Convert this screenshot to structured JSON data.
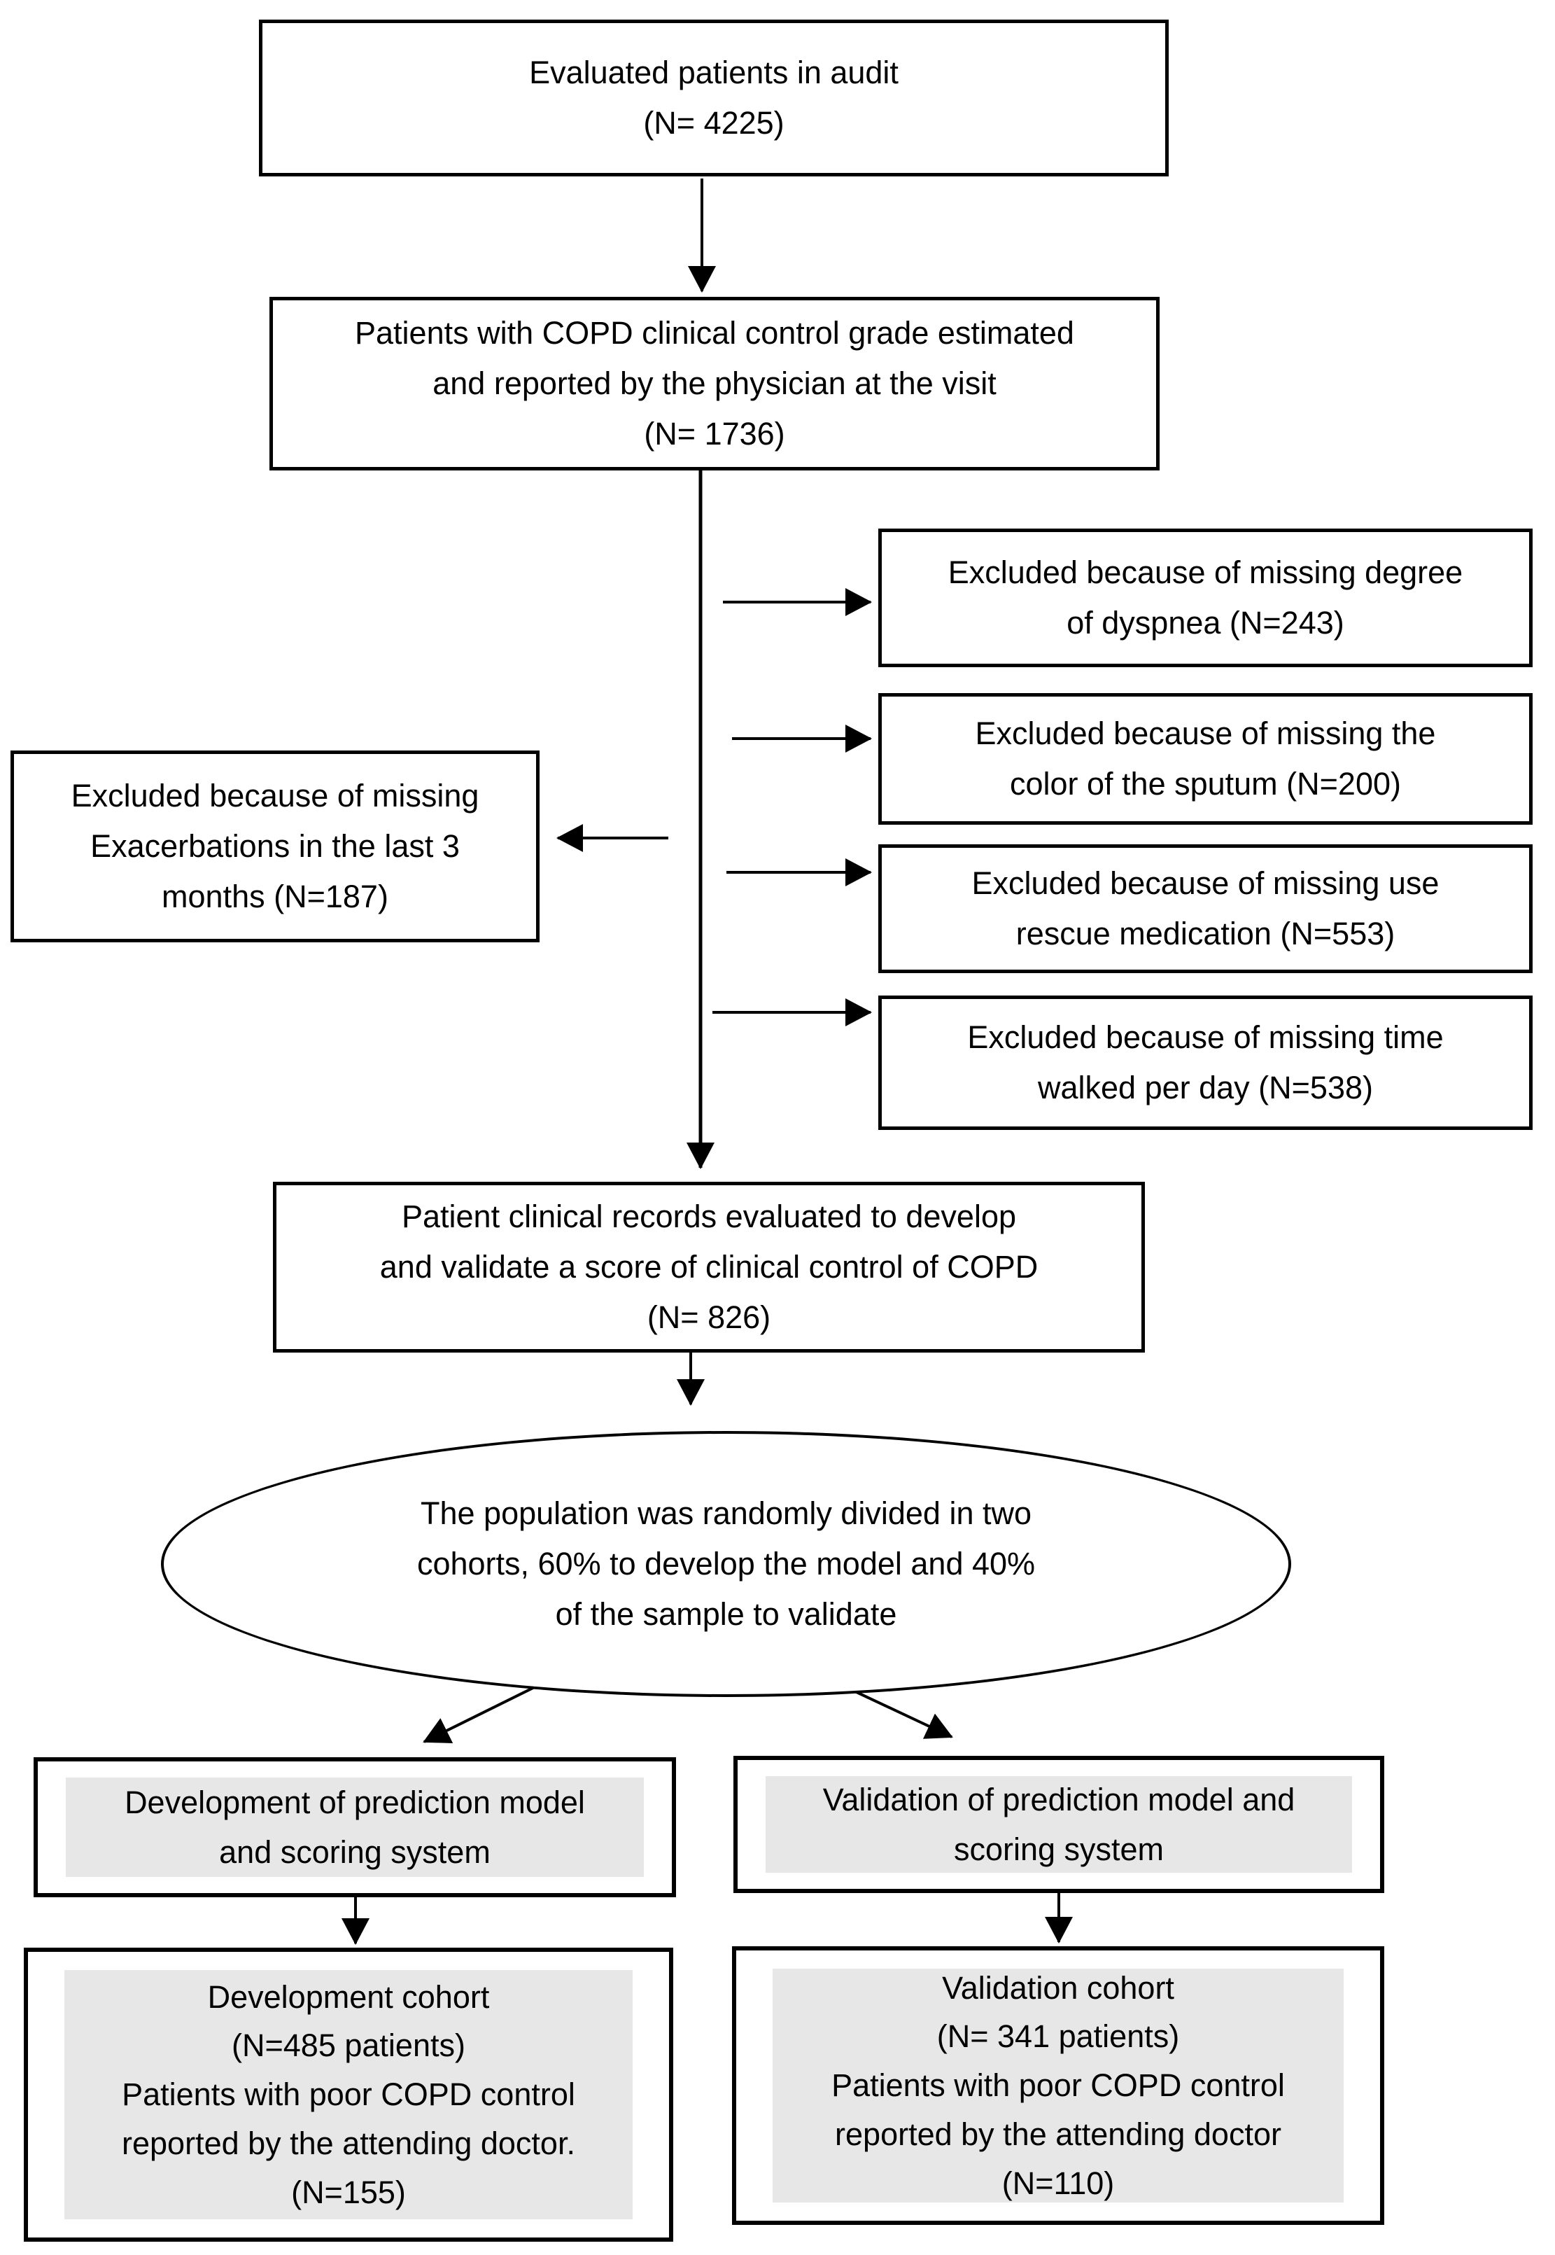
{
  "diagram": {
    "kind": "flowchart",
    "colors": {
      "line": "#000000",
      "border": "#000000",
      "node_fill": "#ffffff",
      "panel_fill": "#e7e7e7",
      "text": "#000000",
      "background": "#ffffff"
    },
    "nodes": {
      "audit": {
        "text": "Evaluated patients in audit\n(N= 4225)",
        "n": 4225
      },
      "control_grade": {
        "text": "Patients with COPD clinical control grade estimated\nand reported by the physician at the visit\n(N= 1736)",
        "n": 1736
      },
      "excluded_dyspnea": {
        "text": "Excluded because of missing degree\nof dyspnea (N=243)",
        "n": 243
      },
      "excluded_sputum": {
        "text": "Excluded because of missing the\ncolor of the sputum (N=200)",
        "n": 200
      },
      "excluded_rescue": {
        "text": "Excluded because of missing use\nrescue medication (N=553)",
        "n": 553
      },
      "excluded_walk": {
        "text": "Excluded because of missing time\nwalked per day (N=538)",
        "n": 538
      },
      "excluded_exacerbations": {
        "text": "Excluded because of missing\nExacerbations in the last 3\nmonths (N=187)",
        "n": 187
      },
      "records": {
        "text": "Patient clinical records evaluated to develop\nand validate a score of clinical control of COPD\n(N= 826)",
        "n": 826
      },
      "split": {
        "text": "The population was randomly divided in two\ncohorts, 60% to develop the model and 40%\nof the sample to validate",
        "develop_share": "60%",
        "validate_share": "40%"
      },
      "development_header": {
        "text": "Development of prediction model\nand scoring system"
      },
      "validation_header": {
        "text": "Validation of prediction model and\nscoring system"
      },
      "development_cohort": {
        "text": "Development cohort\n(N=485 patients)\nPatients with poor COPD control\nreported by the attending doctor.\n(N=155)",
        "n": 485,
        "poor_control_n": 155
      },
      "validation_cohort": {
        "text": "Validation cohort\n(N= 341 patients)\nPatients with poor COPD control\nreported by the attending doctor\n(N=110)",
        "n": 341,
        "poor_control_n": 110
      }
    },
    "edges": [
      {
        "from": "audit",
        "to": "control_grade"
      },
      {
        "from": "control_grade",
        "to": "records"
      },
      {
        "from": "control_grade",
        "to": "excluded_dyspnea"
      },
      {
        "from": "control_grade",
        "to": "excluded_sputum"
      },
      {
        "from": "control_grade",
        "to": "excluded_rescue"
      },
      {
        "from": "control_grade",
        "to": "excluded_walk"
      },
      {
        "from": "control_grade",
        "to": "excluded_exacerbations"
      },
      {
        "from": "records",
        "to": "split"
      },
      {
        "from": "split",
        "to": "development_header"
      },
      {
        "from": "split",
        "to": "validation_header"
      },
      {
        "from": "development_header",
        "to": "development_cohort"
      },
      {
        "from": "validation_header",
        "to": "validation_cohort"
      }
    ]
  }
}
